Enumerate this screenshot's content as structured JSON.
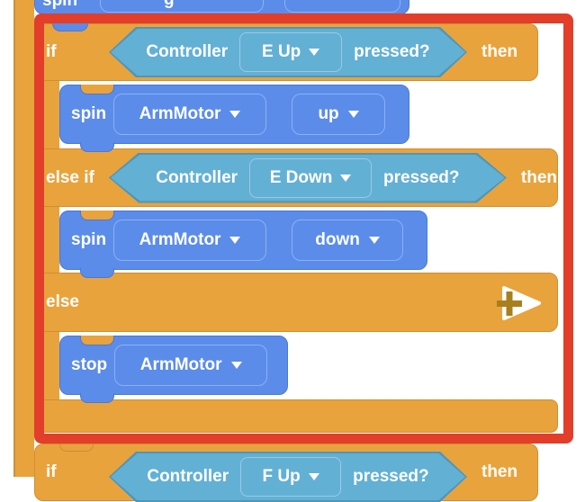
{
  "colors": {
    "block_orange": "#E9A33D",
    "block_blue": "#5B8CE9",
    "hexagon_blue": "#63B0D5",
    "selection_red": "#E23E2A",
    "plus_gold": "#A97F1E",
    "text_white": "#FFFFFF"
  },
  "icons": {
    "dropdown_caret": "caret-down",
    "add_branch": "plus-arrow"
  },
  "top_partial_block": {
    "label_fragment": "spin",
    "dropdown1_fragment": "g"
  },
  "selected_block": {
    "if_row": {
      "keyword": "if",
      "condition": {
        "device": "Controller",
        "button": "E Up",
        "suffix": "pressed?"
      },
      "then_label": "then"
    },
    "if_body": {
      "label": "spin",
      "motor": "ArmMotor",
      "direction": "up"
    },
    "elseif_row": {
      "keyword": "else if",
      "condition": {
        "device": "Controller",
        "button": "E Down",
        "suffix": "pressed?"
      },
      "then_label": "then"
    },
    "elseif_body": {
      "label": "spin",
      "motor": "ArmMotor",
      "direction": "down"
    },
    "else_row": {
      "keyword": "else"
    },
    "else_body": {
      "label": "stop",
      "motor": "ArmMotor"
    }
  },
  "next_block": {
    "keyword": "if",
    "condition": {
      "device": "Controller",
      "button": "F Up",
      "suffix": "pressed?"
    },
    "then_label": "then"
  }
}
